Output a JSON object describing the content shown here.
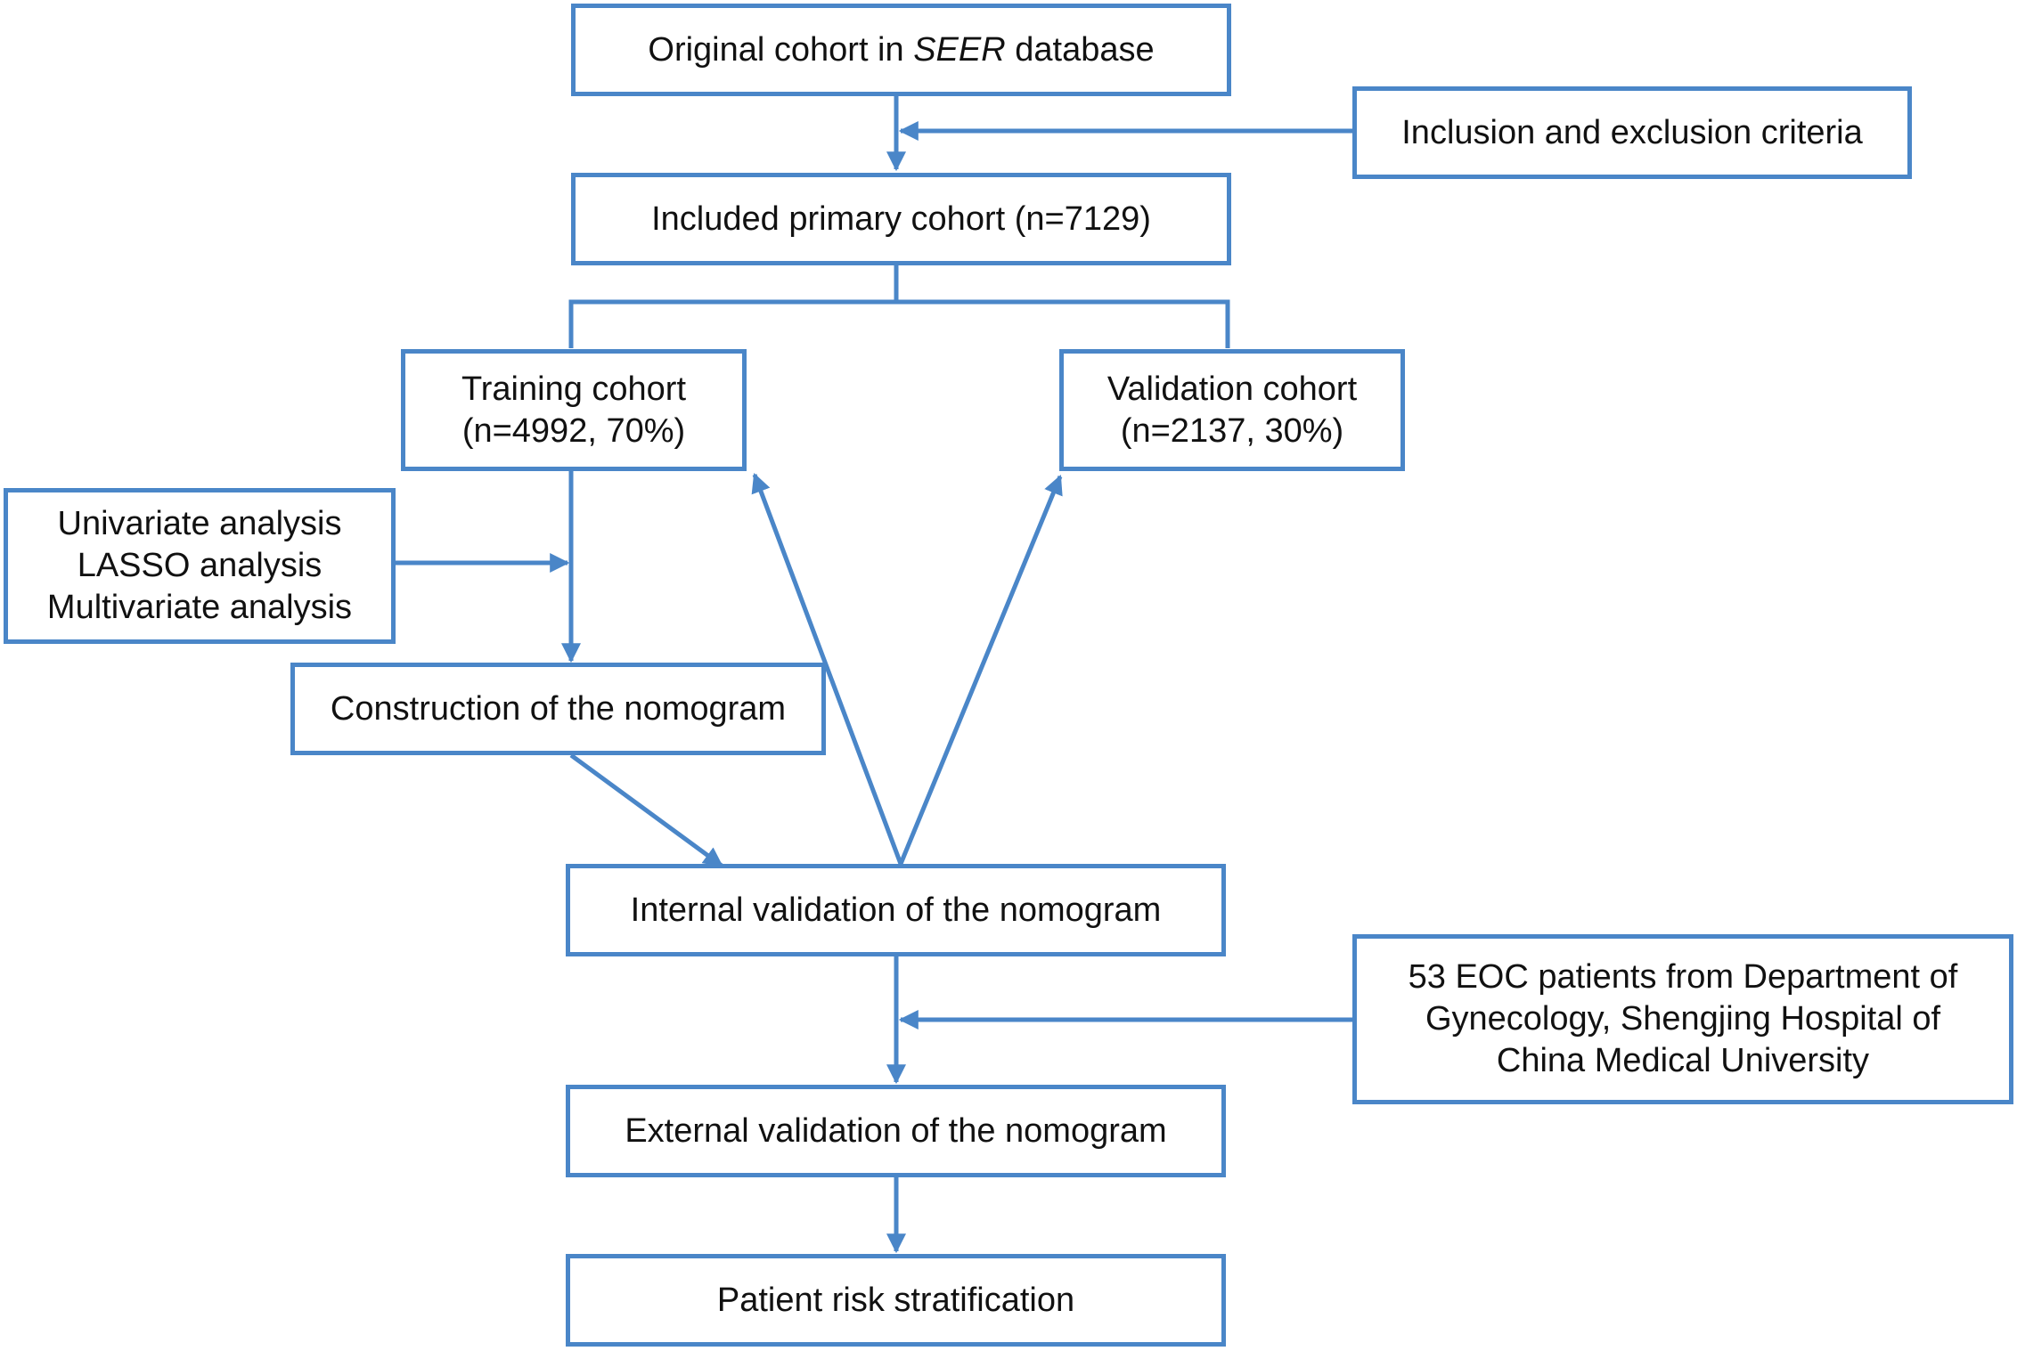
{
  "flowchart": {
    "colors": {
      "stroke": "#4a86c8",
      "text": "#111111",
      "background": "#ffffff"
    },
    "nodes": {
      "original": {
        "parts": [
          "Original cohort in ",
          "SEER",
          " database"
        ]
      },
      "criteria": {
        "lines": [
          "Inclusion and exclusion criteria"
        ]
      },
      "primary": {
        "lines": [
          "Included primary cohort (n=7129)"
        ]
      },
      "training": {
        "lines": [
          "Training cohort",
          "(n=4992, 70%)"
        ]
      },
      "validation": {
        "lines": [
          "Validation cohort",
          "(n=2137, 30%)"
        ]
      },
      "analysis": {
        "lines": [
          "Univariate analysis",
          "LASSO analysis",
          "Multivariate analysis"
        ]
      },
      "construction": {
        "lines": [
          "Construction of the nomogram"
        ]
      },
      "internal": {
        "lines": [
          "Internal validation of the nomogram"
        ]
      },
      "eoc": {
        "lines": [
          "53 EOC patients from Department of",
          "Gynecology, Shengjing Hospital of",
          "China Medical University"
        ]
      },
      "external": {
        "lines": [
          "External validation of the nomogram"
        ]
      },
      "risk": {
        "lines": [
          "Patient risk stratification"
        ]
      }
    },
    "edges": [
      {
        "from": "original",
        "to": "primary"
      },
      {
        "from": "criteria",
        "to": "original-primary-link"
      },
      {
        "from": "primary",
        "to": "training"
      },
      {
        "from": "primary",
        "to": "validation"
      },
      {
        "from": "training",
        "to": "construction"
      },
      {
        "from": "analysis",
        "to": "training-construction-link"
      },
      {
        "from": "construction",
        "to": "internal"
      },
      {
        "from": "internal",
        "to": "training"
      },
      {
        "from": "internal",
        "to": "validation"
      },
      {
        "from": "internal",
        "to": "external"
      },
      {
        "from": "eoc",
        "to": "internal-external-link"
      },
      {
        "from": "external",
        "to": "risk"
      }
    ]
  }
}
